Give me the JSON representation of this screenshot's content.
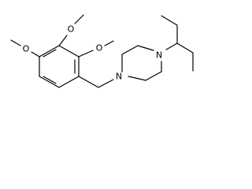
{
  "molecule": {
    "atoms": {
      "o_top": "O",
      "o_mid": "O",
      "o_left": "O",
      "n_benzyl": "N",
      "n_pentyl": "N"
    }
  }
}
